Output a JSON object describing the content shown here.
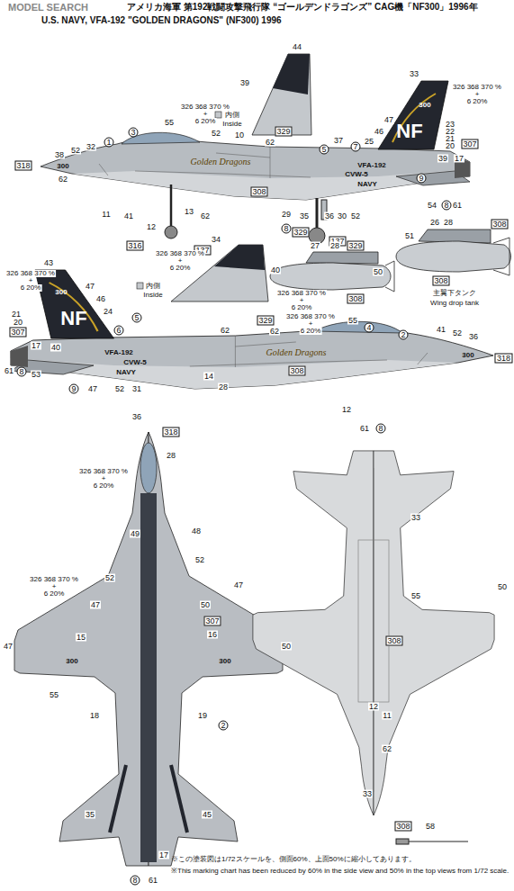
{
  "diagram": {
    "title": "アメリカ海軍 第192戦闘攻撃飛行隊 “ゴールデンドラゴンズ” CAG機「NF300」1996年",
    "labels": [
      "U.S. NAVY, VFA-192 \"GOLDEN DRAGONS\" (NF300) 1996",
      "MODEL SEARCH",
      "44",
      "39",
      "内側",
      "Inside",
      "326 368 370 %",
      "+",
      "6 20%",
      "55",
      "3",
      "1",
      "32",
      "52",
      "38",
      "318",
      "300",
      "62",
      "11",
      "41",
      "12",
      "13",
      "62",
      "316",
      "137",
      "52",
      "10",
      "329",
      "62",
      "Golden Dragons",
      "308",
      "29",
      "8",
      "329",
      "35",
      "36",
      "30",
      "52",
      "137",
      "37",
      "5",
      "7",
      "25",
      "46",
      "47",
      "33",
      "326 368 370 %",
      "+",
      "6 20%",
      "300",
      "23",
      "22",
      "21",
      "20",
      "307",
      "39",
      "17",
      "NF",
      "VFA-192",
      "CVW-5",
      "NAVY",
      "9",
      "54",
      "8",
      "61",
      "26",
      "28",
      "308",
      "51",
      "308",
      "主翼下タンク",
      "Wing drop tank",
      "27",
      "28",
      "329",
      "50",
      "308",
      "326 368 370 %",
      "+",
      "6 20%",
      "326 368 370 %",
      "+",
      "6 20%",
      "55",
      "34",
      "40",
      "内側",
      "Inside",
      "326 368 370 %",
      "+",
      "6 20%",
      "326 368 370 %",
      "+",
      "6 20%",
      "43",
      "300",
      "47",
      "46",
      "24",
      "21",
      "20",
      "307",
      "17",
      "40",
      "6",
      "5",
      "NF",
      "VFA-192",
      "CVW-5",
      "NAVY",
      "61",
      "8",
      "53",
      "9",
      "47",
      "52",
      "31",
      "36",
      "28",
      "14",
      "308",
      "12",
      "62",
      "329",
      "62",
      "4",
      "2",
      "41",
      "52",
      "36",
      "318",
      "300",
      "Golden Dragons",
      "318",
      "28",
      "326 368 370 %",
      "+",
      "6 20%",
      "49",
      "48",
      "52",
      "52",
      "47",
      "50",
      "307",
      "16",
      "15",
      "47",
      "50",
      "326 368 370 %",
      "+",
      "6 20%",
      "300",
      "300",
      "55",
      "18",
      "19",
      "2",
      "35",
      "45",
      "17",
      "8",
      "61",
      "61",
      "8",
      "33",
      "47",
      "50",
      "55",
      "308",
      "12",
      "11",
      "62",
      "33",
      "308",
      "58",
      "※この塗装図は1/72スケールを、側面60%、上面50%に縮小してあります。",
      "※This marking chart has been reduced by 60% in the side view and 50% in the top views from 1/72 scale."
    ]
  }
}
